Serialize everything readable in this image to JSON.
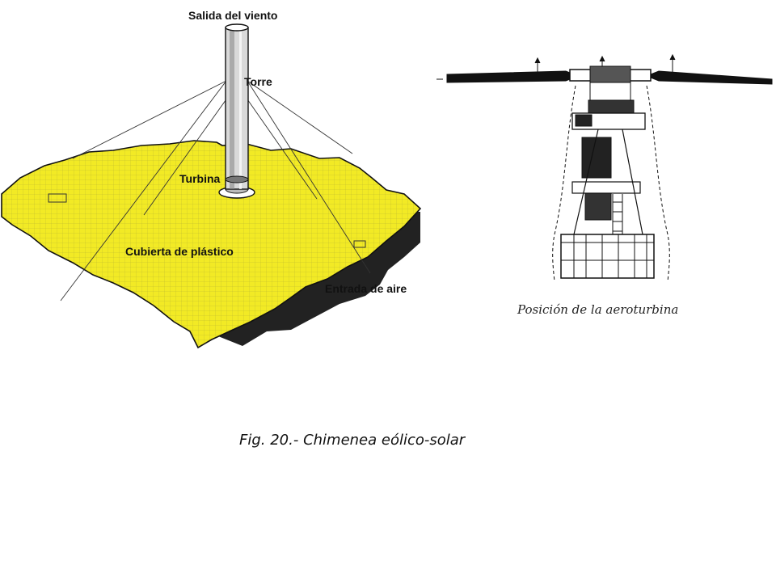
{
  "diagram": {
    "labels": {
      "outlet": "Salida del viento",
      "tower": "Torre",
      "turbine": "Turbina",
      "cover": "Cubierta de plástico",
      "inlet": "Entrada de aire"
    },
    "turbine_caption": "Posición de la aeroturbina",
    "colors": {
      "collector": "#f2ea25",
      "outline": "#111111",
      "tower": "#d9d9d9"
    }
  },
  "caption": "Fig. 20.- Chimenea eólico-solar"
}
